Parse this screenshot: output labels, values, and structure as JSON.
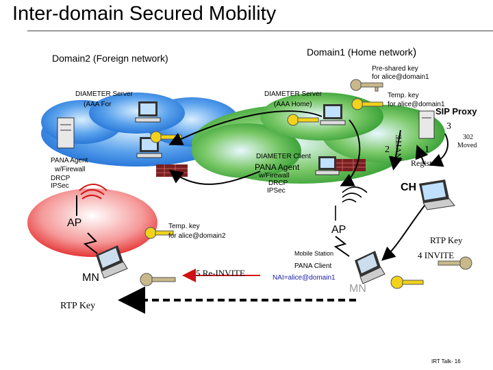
{
  "title": "Inter-domain Secured Mobility",
  "domain2": "Domain2 (Foreign network)",
  "domain1": "Domain1 (Home network",
  "domain1_paren": ")",
  "psk_line1": "Pre-shared key",
  "psk_line2": "for alice@domain1",
  "dia_server_left": "DIAMETER Server",
  "aaa_foreign": "(AAA For",
  "dia_server_home": "DIAMETER Server",
  "aaa_home": "(AAA Home)",
  "temp_key_top1": "Temp. key",
  "temp_key_top2": "for alice@domain1",
  "sip_proxy": "SIP Proxy",
  "pana_agent_left": "PANA Agent",
  "firewall_left": "w/Firewall",
  "drcp_left": "DRCP",
  "ipsec_left": "IPSec",
  "dia_client": "DIAMETER Client",
  "pana_agent_mid": "PANA Agent",
  "firewall_mid": "w/Firewall",
  "drcp_mid": "DRCP",
  "ipsec_mid": "IPSec",
  "invite": "INVITE",
  "step2": "2",
  "step1": "1",
  "step3": "3",
  "moved_302_a": "302",
  "moved_302_b": "Moved",
  "register": "Register",
  "ch": "CH",
  "ap_left": "AP",
  "ap_mid": "AP",
  "temp_key_mid1": "Temp. key",
  "temp_key_mid2": "for alice@domain2",
  "rtp_key_right": "RTP Key",
  "invite4": "4 INVITE",
  "mobile_station": "Mobile Station",
  "pana_client": "PANA Client",
  "nai": "NAI=alice@domain1",
  "reinvite": "5 Re-INVITE",
  "mn_left": "MN",
  "mn_right": "MN",
  "rtp_key_left": "RTP Key",
  "footer": "IRT Talk- 16",
  "colors": {
    "cloud_blue": "#1f6fd6",
    "cloud_green": "#3aa83a",
    "cloud_highlight": "#cfe9ff",
    "ap_red": "#e21f1f",
    "key_yellow": "#f2d21a",
    "key_tan": "#c9b88a",
    "arrow_black": "#000000",
    "arrow_red": "#d01010",
    "firewall": "#7a2020",
    "text_blue": "#1a1aa6"
  }
}
